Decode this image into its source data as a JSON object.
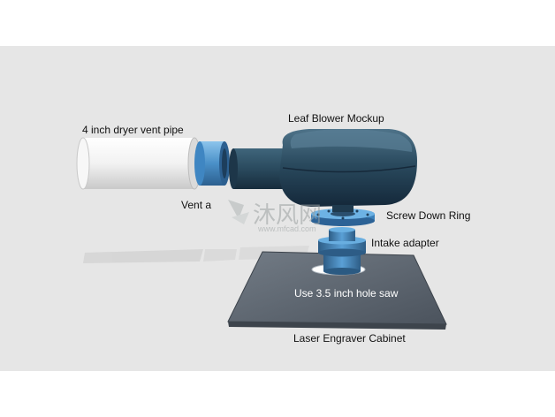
{
  "labels": {
    "dryer_pipe": "4 inch dryer vent pipe",
    "leaf_blower": "Leaf Blower Mockup",
    "vent_adapter": "Vent a",
    "screw_ring": "Screw Down Ring",
    "intake_adapter": "Intake adapter",
    "hole_saw": "Use 3.5 inch hole saw",
    "cabinet": "Laser Engraver Cabinet"
  },
  "watermark": {
    "brand": "沐风网",
    "url": "www.mfcad.com"
  },
  "colors": {
    "background": "#e6e6e6",
    "blower": "#2a4a5e",
    "adapter": "#4a90c8",
    "pipe": "#f4f4f4",
    "cabinet": "#5c6570"
  }
}
